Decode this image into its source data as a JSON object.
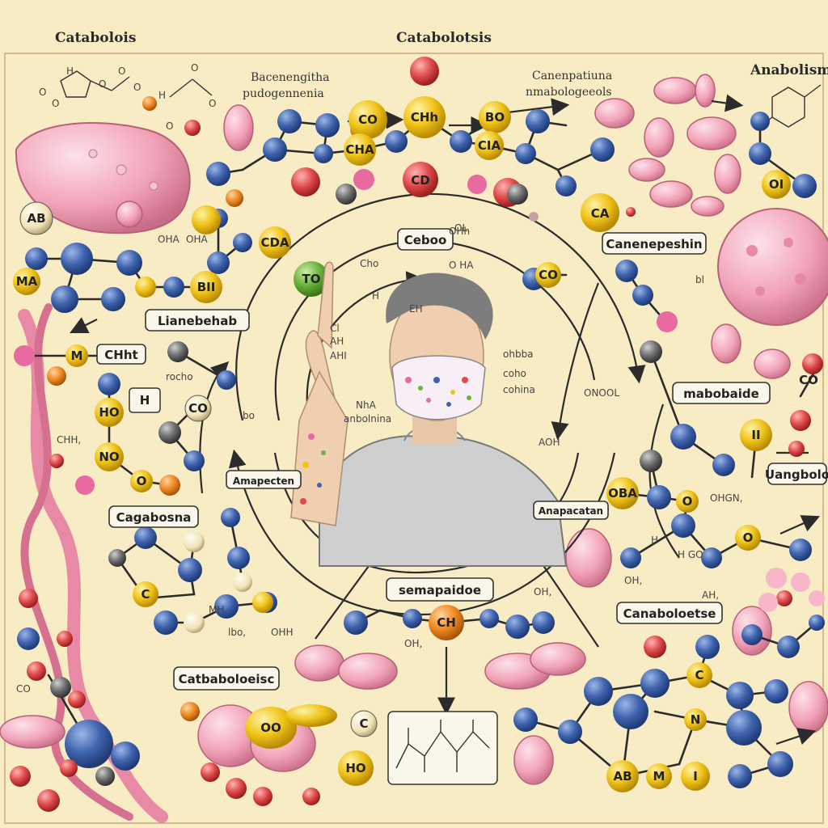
{
  "titles": {
    "top_left": "Catabolois",
    "top_center": "Catabolotsis",
    "top_right": "Anabolism",
    "header_a_line1": "Bacenengitha",
    "header_a_line2": "pudogennenia",
    "header_b_line1": "Canenpatiuna",
    "header_b_line2": "nmabologeeols"
  },
  "boxed_labels": [
    {
      "id": "ceboo",
      "text": "Ceboo"
    },
    {
      "id": "canenepeshin",
      "text": "Canenepeshin"
    },
    {
      "id": "lianebohab",
      "text": "Lianebehab"
    },
    {
      "id": "chht",
      "text": "CHht"
    },
    {
      "id": "mabobaide",
      "text": "mabobaide"
    },
    {
      "id": "uangbolo",
      "text": "Uangbolo"
    },
    {
      "id": "cagabosna",
      "text": "Cagabosna"
    },
    {
      "id": "semapaidoe",
      "text": "semapaidoe"
    },
    {
      "id": "canaboloetse",
      "text": "Canaboloetse"
    },
    {
      "id": "catbaboloeisc",
      "text": "Catbaboloeisc"
    },
    {
      "id": "amapecten",
      "text": "Amapecten"
    },
    {
      "id": "anapacatan",
      "text": "Anapacatan"
    }
  ],
  "node_labels": {
    "co_top": "CO",
    "chh_top": "CHh",
    "bo_top": "BO",
    "cha_top": "CHA",
    "cia_top": "CIA",
    "cdo_mid": "CD",
    "ca_right": "CA",
    "ab_left": "AB",
    "ma_left": "MA",
    "m_left": "M",
    "cda_left": "CDA",
    "bii_left": "BII",
    "ho_left": "HO",
    "h_box": "H",
    "co_small": "CO",
    "no_left": "NO",
    "c_left": "C",
    "o_left": "O",
    "to_green": "TO",
    "co_mask": "CO",
    "ch_bottom": "CH",
    "oo_bottom": "OO",
    "ho_bottom": "HO",
    "c_bottom": "C",
    "oba_right": "OBA",
    "o_right": "O",
    "o_right2": "O",
    "ii_right": "II",
    "oi_right": "OI",
    "ab_bottom_right": "AB",
    "m_bottom_right": "M",
    "n_bottom_right": "N",
    "c_bottom_right": "C",
    "i_bottom_right": "I",
    "co_far_right": "CO"
  },
  "scribbles": {
    "cho": "Cho",
    "ohha": "O HA",
    "ohha_small": "OHA",
    "face_lines": [
      "Cl",
      "AH",
      "AHI",
      "EH",
      "H"
    ],
    "mask_lines": [
      "ohbba",
      "coho",
      "cohina"
    ],
    "arm_lines": [
      "NhA",
      "anbolnina"
    ],
    "bio": "bo",
    "aoh": "AOH",
    "onobol": "ONOOL",
    "mh": "MH,",
    "ibo": "lbo,",
    "ohh": "OHH",
    "ah": "AH,",
    "ohgn": "OHGN,",
    "hjgo": "H GO",
    "oh_right": "OH,",
    "ohh_top": "OHh",
    "oha_top": "OHA",
    "co_left": "CO",
    "chh_left": "CHH,",
    "rocho": "rocho",
    "ol": "OL",
    "h_tag": "H",
    "oh_b": "OH,",
    "ohh_b": "OH,",
    "bl": "bl"
  },
  "colors": {
    "background": "#f8ecc4",
    "blue_atom": "#3f63ad",
    "yellow_atom": "#f0c419",
    "red_atom": "#e04a4a",
    "pink_blob": "#f2a3b8",
    "orange_atom": "#f08a24",
    "green_atom": "#6bb33a",
    "grey_atom": "#6e6e6e"
  }
}
